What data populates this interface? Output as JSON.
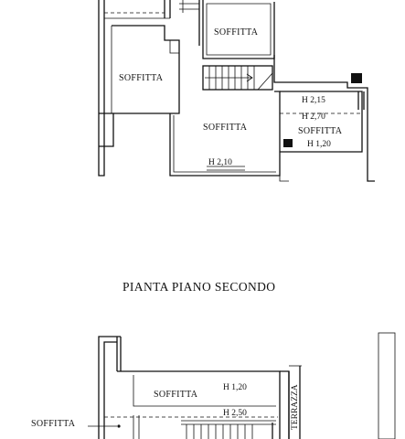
{
  "upper_plan": {
    "rooms": [
      {
        "label": "SOFFITTA"
      },
      {
        "label": "SOFFITTA"
      },
      {
        "label": "SOFFITTA"
      },
      {
        "label": "SOFFITTA"
      }
    ],
    "heights": [
      "H 2,15",
      "H 2,70",
      "H 1,20",
      "H 2,10"
    ]
  },
  "title": "PIANTA PIANO SECONDO",
  "lower_plan": {
    "rooms": [
      {
        "label": "SOFFITTA"
      },
      {
        "label": "SOFFITTA"
      }
    ],
    "heights": [
      "H 1,20",
      "H 2,50"
    ],
    "terrace": "TERRAZZA"
  }
}
